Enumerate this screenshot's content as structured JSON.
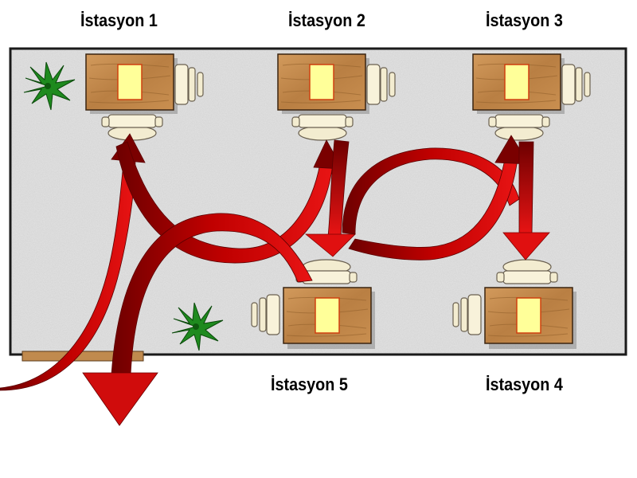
{
  "stations": [
    {
      "id": "1",
      "label": "İstasyon 1"
    },
    {
      "id": "2",
      "label": "İstasyon 2"
    },
    {
      "id": "3",
      "label": "İstasyon 3"
    },
    {
      "id": "4",
      "label": "İstasyon 4"
    },
    {
      "id": "5",
      "label": "İstasyon 5"
    }
  ],
  "colors": {
    "floor": "#e2e2e2",
    "wall": "#1a1a1a",
    "desk": "#c08a4e",
    "paper": "#ffff99",
    "arrow_dark": "#7a0000",
    "arrow_mid": "#b80000",
    "arrow_light": "#e01010",
    "plant": "#1e8a1e"
  },
  "icons": [
    "plant-icon",
    "desk-icon",
    "chair-icon",
    "door-icon",
    "flow-arrow-icon"
  ]
}
